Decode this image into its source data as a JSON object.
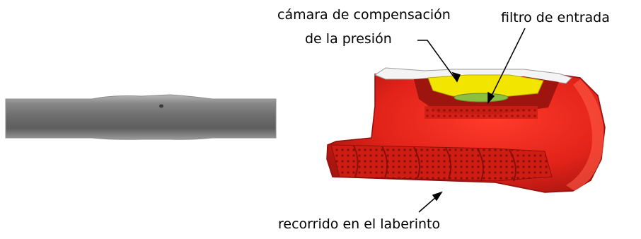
{
  "labels": {
    "pressure_chamber_line1": "cámara de compensación",
    "pressure_chamber_line2": "de la presión",
    "inlet_filter": "filtro de entrada",
    "labyrinth_path": "recorrido en el laberinto"
  },
  "colors": {
    "background": "#ffffff",
    "tube_gray": "#7a7a7a",
    "emitter_red": "#e2231a",
    "emitter_dark_red": "#a8140f",
    "chamber_yellow": "#f2e600",
    "filter_green": "#8bbf3f",
    "text": "#000000"
  }
}
